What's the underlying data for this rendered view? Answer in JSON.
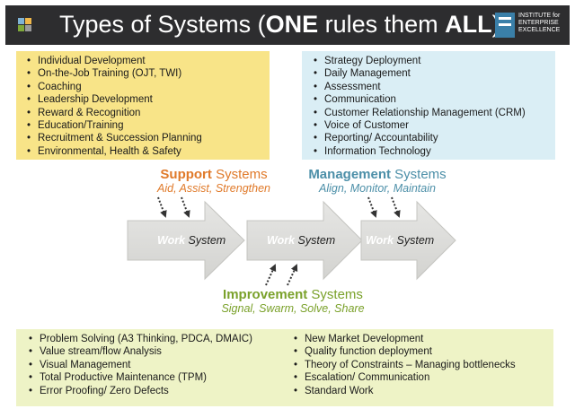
{
  "header": {
    "title_part1": "Types of Systems (",
    "title_one": "ONE",
    "title_part2": " rules them ",
    "title_all": "ALL",
    "title_part3": ")",
    "logo_line1": "INSTITUTE for",
    "logo_line2": "ENTERPRISE",
    "logo_line3": "EXCELLENCE",
    "square_colors": [
      "#7fb3d5",
      "#f0b84a",
      "#7fa83a",
      "#9a9a9a"
    ]
  },
  "support_items": [
    "Individual Development",
    "On-the-Job Training (OJT, TWI)",
    "Coaching",
    "Leadership Development",
    "Reward & Recognition",
    "Education/Training",
    "Recruitment & Succession Planning",
    "Environmental, Health & Safety"
  ],
  "management_items": [
    "Strategy Deployment",
    "Daily Management",
    "Assessment",
    "Communication",
    "Customer Relationship Management (CRM)",
    "Voice of Customer",
    "Reporting/ Accountability",
    "Information Technology"
  ],
  "improvement_items_col1": [
    "Problem Solving (A3 Thinking, PDCA, DMAIC)",
    "Value stream/flow Analysis",
    "Visual Management",
    "Total Productive Maintenance (TPM)",
    "Error Proofing/ Zero Defects"
  ],
  "improvement_items_col2": [
    "New Market Development",
    "Quality function deployment",
    "Theory of Constraints – Managing bottlenecks",
    "Escalation/ Communication",
    "Standard Work"
  ],
  "support_label": {
    "bold": "Support",
    "rest": " Systems",
    "sub": "Aid, Assist, Strengthen"
  },
  "management_label": {
    "bold": "Management",
    "rest": " Systems",
    "sub": "Align, Monitor, Maintain"
  },
  "improvement_label": {
    "bold": "Improvement",
    "rest": " Systems",
    "sub": "Signal, Swarm, Solve, Share"
  },
  "work_systems": [
    {
      "work": "Work",
      "system": " System"
    },
    {
      "work": "Work",
      "system": " System"
    },
    {
      "work": "Work",
      "system": " System"
    }
  ]
}
